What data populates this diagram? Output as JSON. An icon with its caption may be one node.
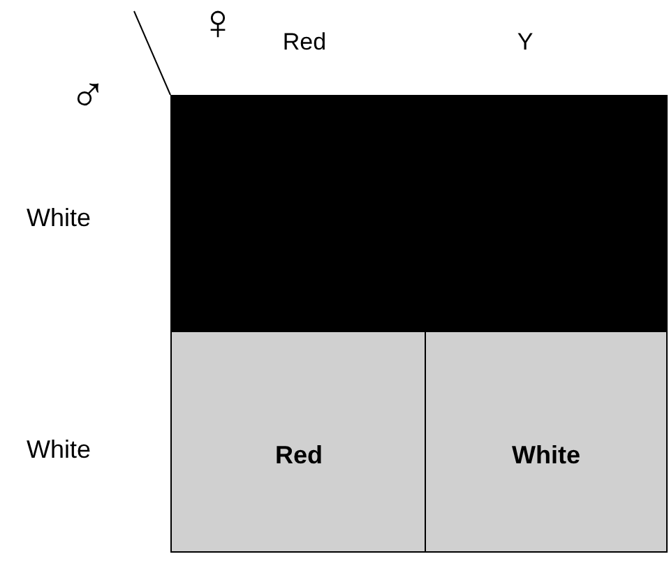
{
  "diagram": {
    "labels": [
      "♀",
      "Red",
      "Y",
      "♂",
      "White",
      "White",
      "Red",
      "White"
    ]
  }
}
